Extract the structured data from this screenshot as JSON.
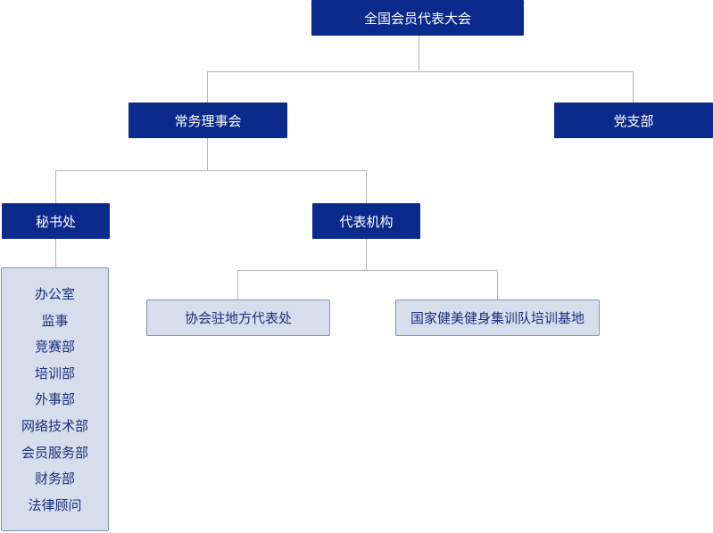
{
  "org_chart": {
    "root": "全国会员代表大会",
    "standing_council": "常务理事会",
    "party_branch": "党支部",
    "secretariat": "秘书处",
    "representative_bodies": "代表机构",
    "local_offices": "协会驻地方代表处",
    "training_base": "国家健美健身集训队培训基地",
    "departments": [
      "办公室",
      "监事",
      "竞赛部",
      "培训部",
      "外事部",
      "网络技术部",
      "会员服务部",
      "财务部",
      "法律顾问"
    ]
  },
  "colors": {
    "dark_node": "#0b2a8c",
    "light_node": "#d6deee",
    "light_border": "#7f92c4",
    "connector": "#b5b5b5"
  }
}
